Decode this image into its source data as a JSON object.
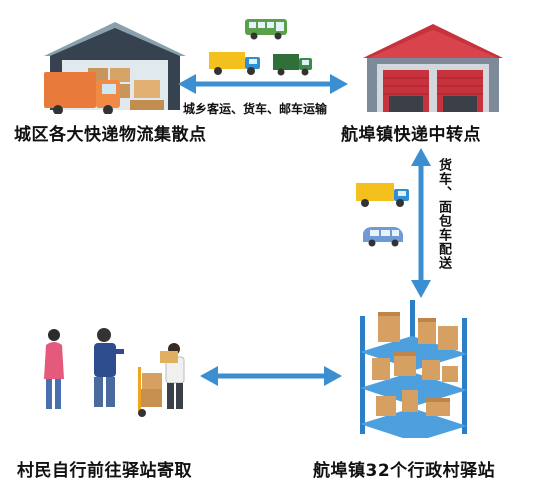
{
  "nodes": {
    "city_hub": {
      "label": "城区各大快递物流集散点"
    },
    "town_transfer": {
      "label": "航埠镇快递中转点"
    },
    "village_stations": {
      "label": "航埠镇32个行政村驿站"
    },
    "villagers": {
      "label": "村民自行前往驿站寄取"
    }
  },
  "edges": {
    "city_to_town": {
      "label": "城乡客运、货车、邮车运输"
    },
    "town_to_village": {
      "label": "货车、面包车配送"
    }
  },
  "colors": {
    "arrow": "#3b8fd0",
    "warehouse_roof": "#c8323c",
    "truck_yellow": "#f4c01e"
  }
}
